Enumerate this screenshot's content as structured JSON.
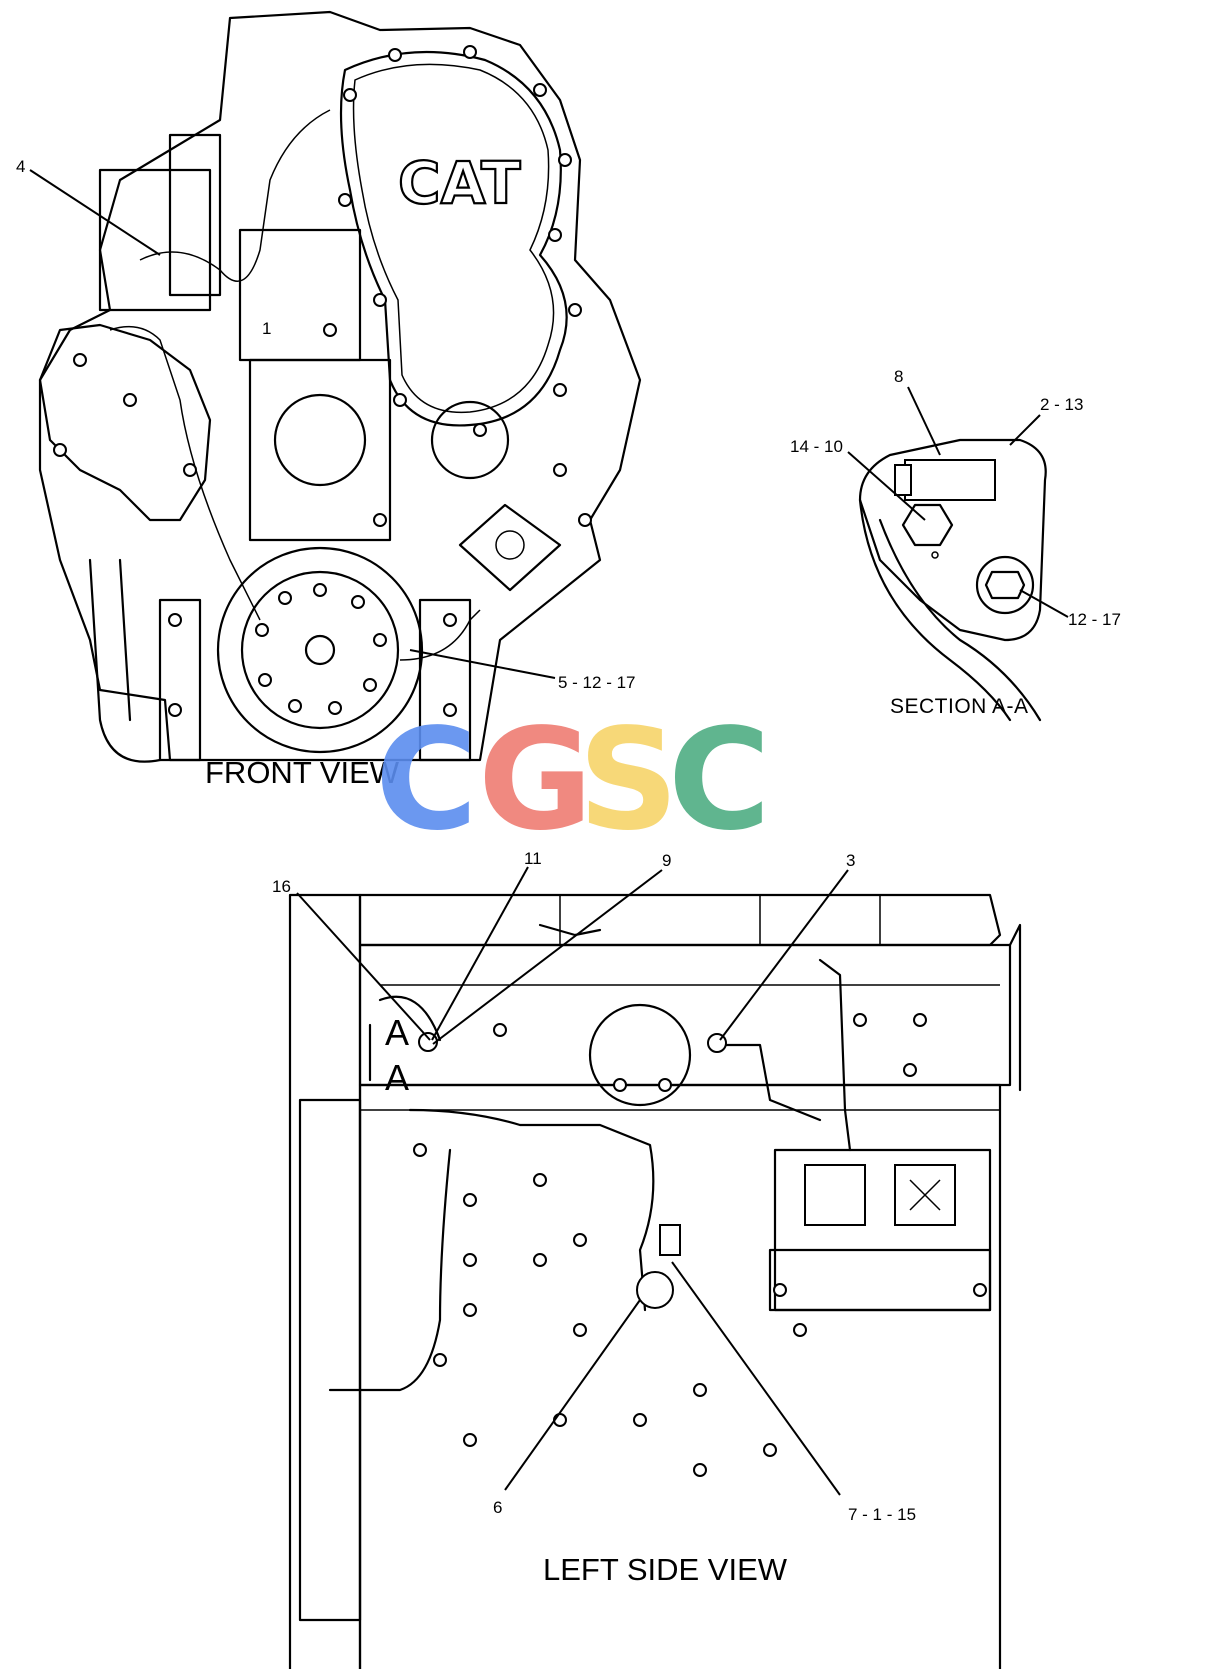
{
  "views": {
    "front": "FRONT VIEW",
    "left": "LEFT SIDE VIEW",
    "section": "SECTION A-A"
  },
  "section_marker": "A",
  "brand": "CAT",
  "watermark": {
    "letters": [
      "C",
      "G",
      "S",
      "C"
    ],
    "colors": [
      "#5b8def",
      "#ef7d73",
      "#f7d46a",
      "#4fae83"
    ]
  },
  "callouts": {
    "front": [
      "4",
      "1",
      "5 - 12 - 17"
    ],
    "section": [
      "8",
      "2 - 13",
      "14 - 10",
      "12 - 17"
    ],
    "left": [
      "16",
      "11",
      "9",
      "3",
      "6",
      "7 - 1 - 15"
    ]
  }
}
